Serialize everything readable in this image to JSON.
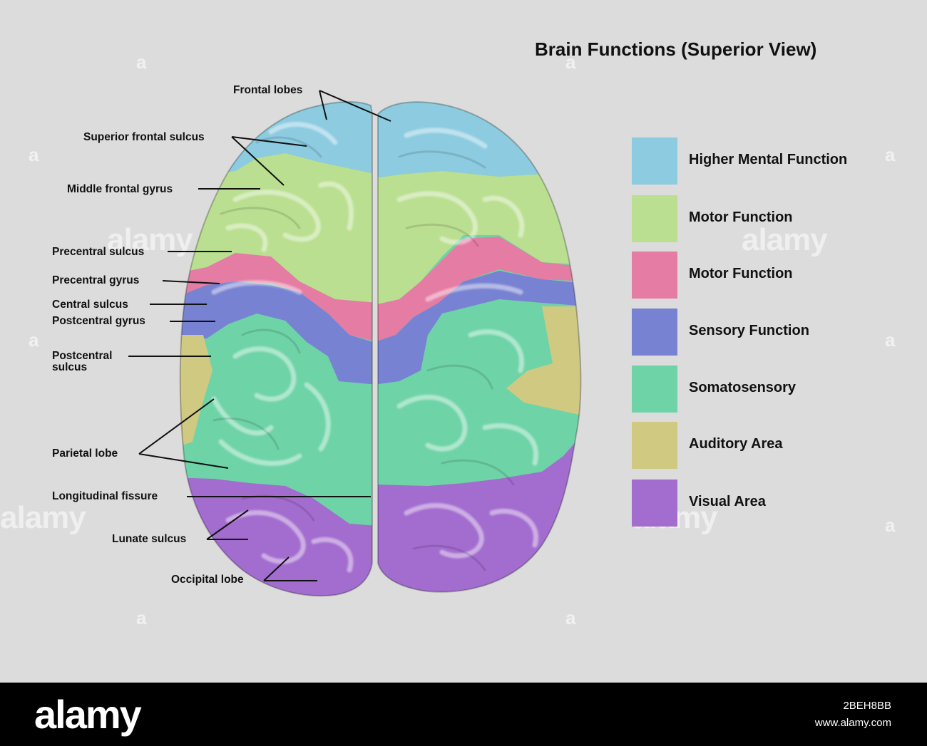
{
  "title": "Brain Functions (Superior View)",
  "labels": {
    "frontal_lobes": "Frontal lobes",
    "superior_frontal_sulcus": "Superior frontal sulcus",
    "middle_frontal_gyrus": "Middle frontal gyrus",
    "precentral_sulcus": "Precentral sulcus",
    "precentral_gyrus": "Precentral gyrus",
    "central_sulcus": "Central sulcus",
    "postcentral_gyrus": "Postcentral gyrus",
    "postcentral_sulcus_line1": "Postcentral",
    "postcentral_sulcus_line2": "sulcus",
    "parietal_lobe": "Parietal lobe",
    "longitudinal_fissure": "Longitudinal fissure",
    "lunate_sulcus": "Lunate sulcus",
    "occipital_lobe": "Occipital lobe"
  },
  "legend": [
    {
      "label": "Higher Mental Function",
      "color": "#8ccbe0"
    },
    {
      "label": "Motor Function",
      "color": "#badf90"
    },
    {
      "label": "Motor Function",
      "color": "#e57ca3"
    },
    {
      "label": "Sensory Function",
      "color": "#7882d2"
    },
    {
      "label": "Somatosensory",
      "color": "#6ed3a7"
    },
    {
      "label": "Auditory Area",
      "color": "#d0c982"
    },
    {
      "label": "Visual Area",
      "color": "#a36ccf"
    }
  ],
  "watermark": {
    "text": "alamy",
    "letter": "a"
  },
  "footer": {
    "logo": "alamy",
    "image_id": "2BEH8BB",
    "url": "www.alamy.com"
  }
}
